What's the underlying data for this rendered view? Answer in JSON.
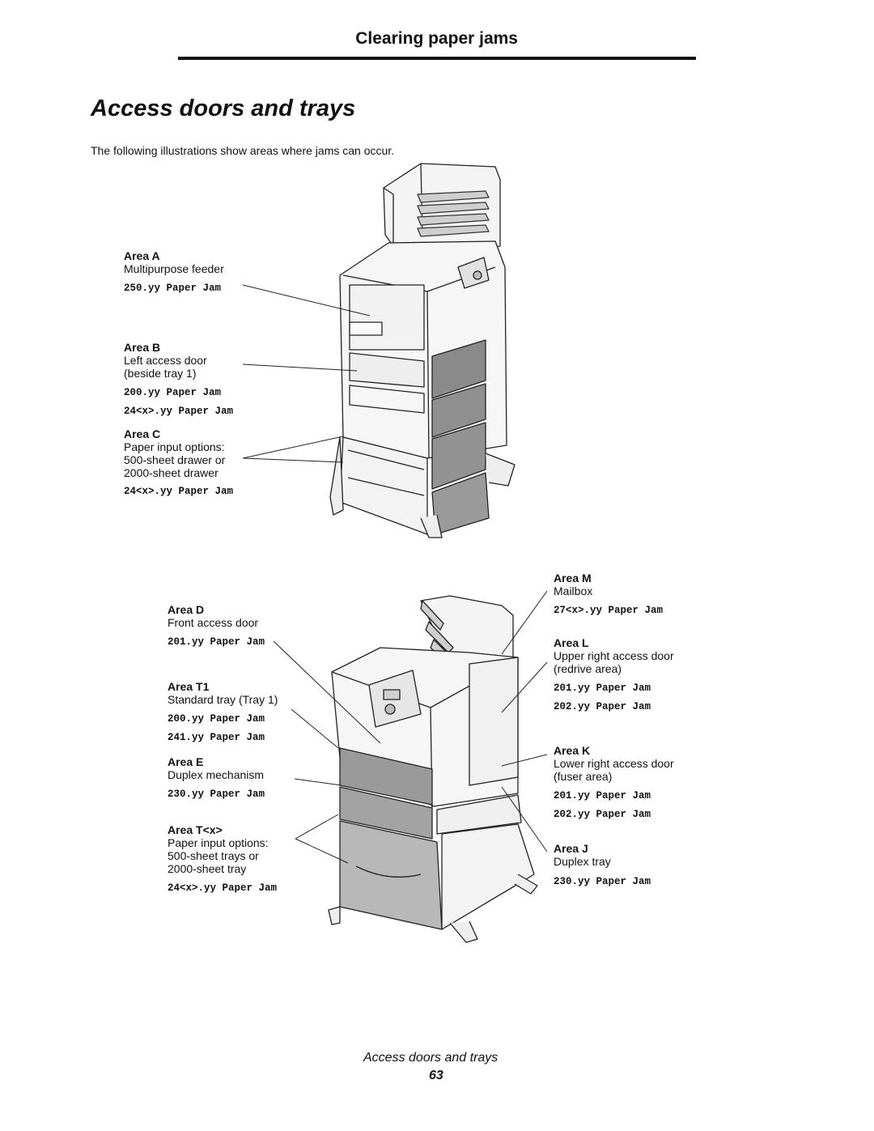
{
  "header": {
    "section_title": "Clearing paper jams"
  },
  "title": "Access doors and trays",
  "intro": "The following illustrations show areas where jams can occur.",
  "top_figure": {
    "callouts": [
      {
        "area": "Area A",
        "desc": [
          "Multipurpose feeder"
        ],
        "codes": [
          "250.yy Paper Jam"
        ]
      },
      {
        "area": "Area B",
        "desc": [
          "Left access door",
          "(beside tray 1)"
        ],
        "codes": [
          "200.yy Paper Jam",
          "24<x>.yy Paper Jam"
        ]
      },
      {
        "area": "Area C",
        "desc": [
          "Paper input options:",
          "500-sheet drawer or",
          "2000-sheet drawer"
        ],
        "codes": [
          "24<x>.yy Paper Jam"
        ]
      }
    ]
  },
  "bottom_figure": {
    "left_callouts": [
      {
        "area": "Area D",
        "desc": [
          "Front access door"
        ],
        "codes": [
          "201.yy Paper Jam"
        ]
      },
      {
        "area": "Area T1",
        "desc": [
          "Standard tray (Tray 1)"
        ],
        "codes": [
          "200.yy Paper Jam",
          "241.yy Paper Jam"
        ]
      },
      {
        "area": "Area E",
        "desc": [
          "Duplex mechanism"
        ],
        "codes": [
          "230.yy Paper Jam"
        ]
      },
      {
        "area": "Area T<x>",
        "desc": [
          "Paper input options:",
          "500-sheet trays or",
          "2000-sheet tray"
        ],
        "codes": [
          "24<x>.yy Paper Jam"
        ]
      }
    ],
    "right_callouts": [
      {
        "area": "Area M",
        "desc": [
          "Mailbox"
        ],
        "codes": [
          "27<x>.yy Paper Jam"
        ]
      },
      {
        "area": "Area L",
        "desc": [
          "Upper right access door",
          "(redrive area)"
        ],
        "codes": [
          "201.yy Paper Jam",
          "202.yy Paper Jam"
        ]
      },
      {
        "area": "Area K",
        "desc": [
          "Lower right access door",
          "(fuser area)"
        ],
        "codes": [
          "201.yy Paper Jam",
          "202.yy Paper Jam"
        ]
      },
      {
        "area": "Area J",
        "desc": [
          "Duplex tray"
        ],
        "codes": [
          "230.yy Paper Jam"
        ]
      }
    ]
  },
  "footer": {
    "title": "Access doors and trays",
    "page_number": "63"
  }
}
